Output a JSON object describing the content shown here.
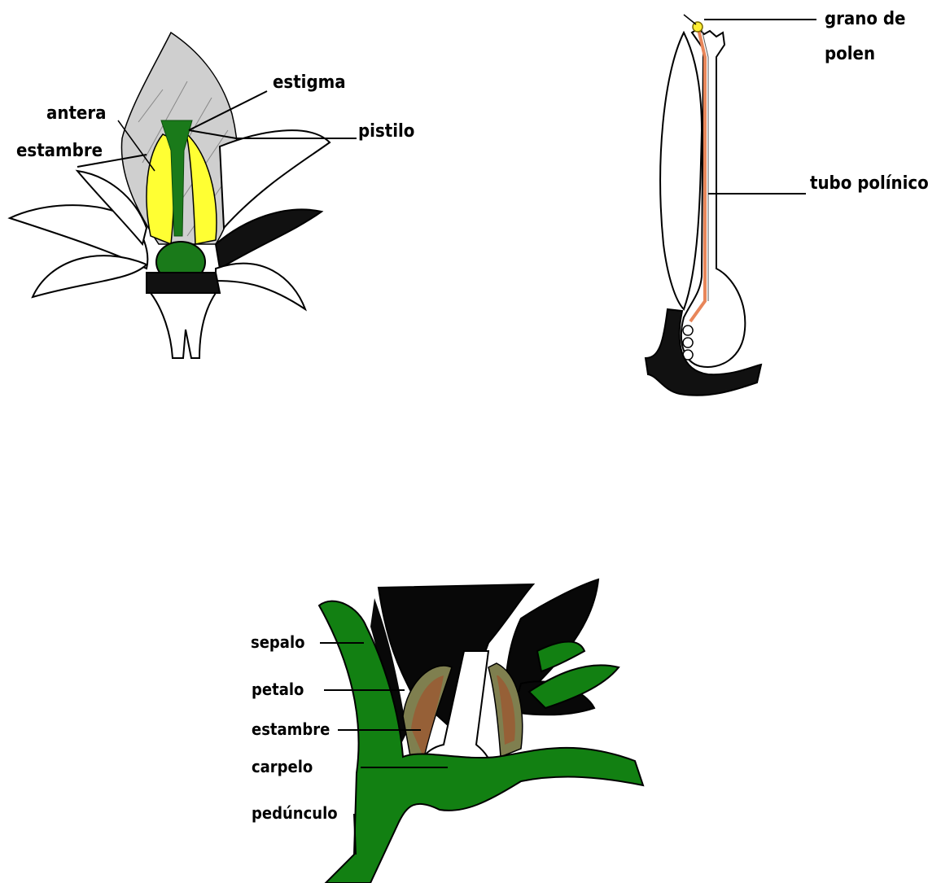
{
  "diagrams": [
    {
      "id": "flower-cutaway",
      "labels": {
        "estigma": "estigma",
        "antera": "antera",
        "estambre": "estambre",
        "pistilo": "pistilo"
      }
    },
    {
      "id": "pollen-tube",
      "labels": {
        "grano_line1": "grano de",
        "grano_line2": "polen",
        "tubo": "tubo polínico"
      }
    },
    {
      "id": "flower-section",
      "labels": {
        "sepalo": "sepalo",
        "petalo": "petalo",
        "estambre": "estambre",
        "carpelo": "carpelo",
        "pedunculo": "pedúnculo"
      }
    }
  ],
  "colors": {
    "ink": "#000000",
    "stigma_green": "#1a7a1a",
    "anther_yellow": "#ffff33",
    "petal_gray": "#bdbdbd",
    "pollen_tube_orange": "#e8865a",
    "sepal_green": "#128012",
    "stamen_olive": "#7f7f4f",
    "stamen_brown": "#a0522d",
    "petal_black": "#080808"
  }
}
